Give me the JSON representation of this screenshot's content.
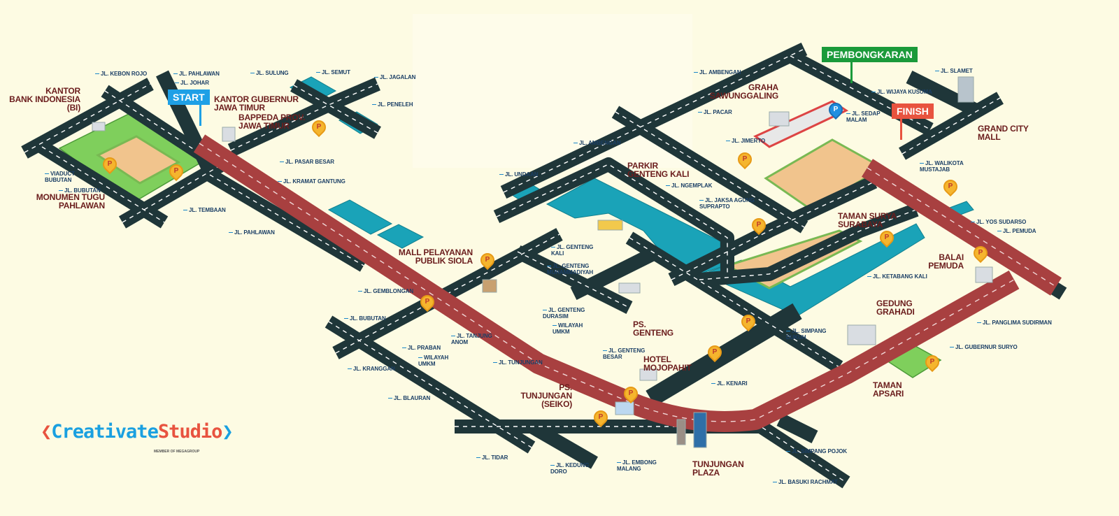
{
  "banners": {
    "start": "START",
    "pembongkaran": "PEMBONGKARAN",
    "finish": "FINISH"
  },
  "colors": {
    "start": "#1ea0e6",
    "pembongkaran": "#1a9a3a",
    "finish": "#e8533f",
    "main_route": "#a84040",
    "road": "#1f3639",
    "water": "#1aa3b8"
  },
  "streets": [
    "JL. KEBON ROJO",
    "JL. PAHLAWAN",
    "JL. JOHAR",
    "JL. SULUNG",
    "JL. SEMUT",
    "JL. JAGALAN",
    "JL. PENELEH",
    "JL. PASAR BESAR",
    "JL. KRAMAT GANTUNG",
    "VIADUCT\nBUBUTAN",
    "JL. BUBUTAN",
    "JL. TEMBAAN",
    "JL. PAHLAWAN",
    "JL. AMBENGAN",
    "JL. PACAR",
    "JL. JIMERTO",
    "JL. SEDAP\nMALAM",
    "JL. WIJAYA KUSUMA",
    "JL. SLAMET",
    "JL. WALIKOTA\nMUSTAJAB",
    "JL. AMBENGAN",
    "JL. UNDAAN",
    "JL. NGEMPLAK",
    "JL. JAKSA AGUNG\nSUPRAPTO",
    "JL. YOS SUDARSO",
    "JL. PEMUDA",
    "JL. GENTENG\nKALI",
    "JL. GENTENG\nMUHAMMADIYAH",
    "JL. KETABANG KALI",
    "JL. GEMBLONGAN",
    "JL. BUBUTAN",
    "JL. PRABAN",
    "JL. TANJUNG\nANOM",
    "WILAYAH\nUMKM",
    "JL. TUNJUNGAN",
    "JL. KRANGGAN",
    "JL. GENTENG\nDURASIM",
    "WILAYAH\nUMKM",
    "JL. GENTENG\nBESAR",
    "JL. SIMPANG\nDUKUH",
    "JL. PANGLIMA SUDIRMAN",
    "JL. GUBERNUR SURYO",
    "JL. KENARI",
    "JL. BLAURAN",
    "JL. TIDAR",
    "JL. KEDUNG\nDORO",
    "JL. EMBONG\nMALANG",
    "JL. SIMPANG POJOK",
    "JL. BASUKI RACHMAT"
  ],
  "landmarks": [
    "KANTOR\nBANK INDONESIA\n(BI)",
    "KANTOR GUBERNUR\nJAWA TIMUR",
    "BAPPEDA PROV.\nJAWA TIMUR",
    "MONUMEN TUGU\nPAHLAWAN",
    "GRAHA\nSAWUNGGALING",
    "GRAND CITY\nMALL",
    "PARKIR\nGENTENG KALI",
    "TAMAN SURYA\nSURABAYA",
    "MALL PELAYANAN\nPUBLIK SIOLA",
    "BALAI\nPEMUDA",
    "GEDUNG\nGRAHADI",
    "PS.\nGENTENG",
    "HOTEL\nMOJOPAHIT",
    "PS.\nTUNJUNGAN\n(SEIKO)",
    "TAMAN\nAPSARI",
    "TUNJUNGAN\nPLAZA"
  ],
  "parking_symbol": "P",
  "logo": {
    "part1": "Creativate",
    "part2": "Studio",
    "subtitle": "MEMBER OF MEGAGROUP"
  }
}
